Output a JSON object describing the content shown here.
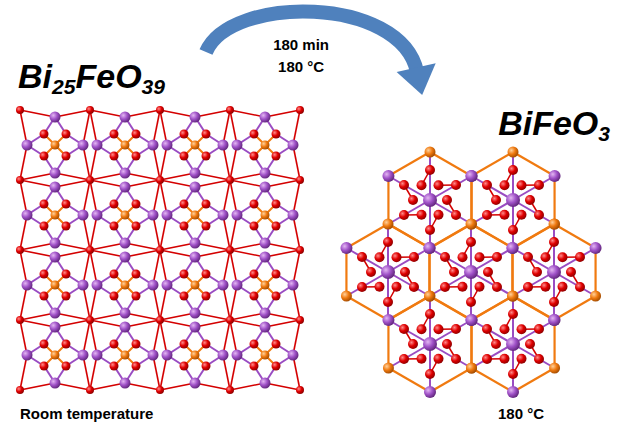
{
  "diagram": {
    "nodes": [
      {
        "text": [
          "Bi25FeO39",
          "Room temperature"
        ]
      },
      {
        "text": [
          "BiFeO3",
          "180 °C"
        ]
      }
    ],
    "edges": [
      {
        "from": 0,
        "to": 1,
        "arrow": "to",
        "label": "180 min 180 °C"
      }
    ]
  }
}
